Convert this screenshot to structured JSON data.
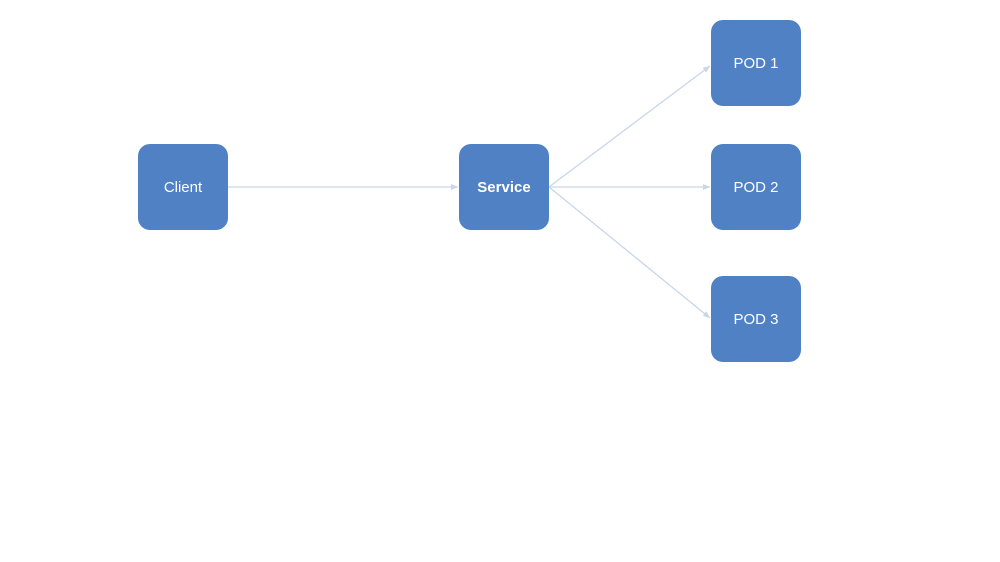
{
  "colors": {
    "node_fill": "#4f81c4",
    "edge": "#c9d6ea",
    "label": "#ffffff",
    "background": "#ffffff"
  },
  "nodes": {
    "client": {
      "label": "Client"
    },
    "service": {
      "label": "Service"
    },
    "pod1": {
      "label": "POD 1"
    },
    "pod2": {
      "label": "POD 2"
    },
    "pod3": {
      "label": "POD 3"
    }
  },
  "edges": [
    {
      "from": "client",
      "to": "service"
    },
    {
      "from": "service",
      "to": "pod1"
    },
    {
      "from": "service",
      "to": "pod2"
    },
    {
      "from": "service",
      "to": "pod3"
    }
  ]
}
